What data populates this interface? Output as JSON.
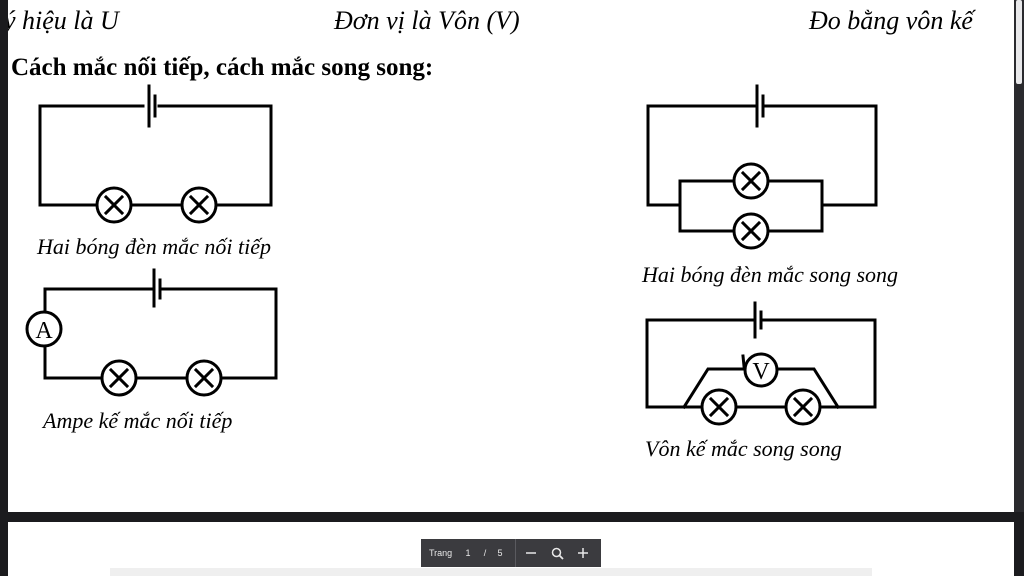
{
  "header": {
    "symbol_text": "ý hiệu là U",
    "unit_text": "Đơn vị là Vôn  (V)",
    "measure_text": "Đo bằng vôn kế"
  },
  "section_heading": "Cách mắc nối tiếp, cách mắc song song:",
  "diagrams": {
    "series_lamps": {
      "caption": "Hai bóng đèn mắc nối tiếp"
    },
    "ammeter_series": {
      "caption": "Ampe kế mắc nối tiếp",
      "meter_label": "A"
    },
    "parallel_lamps": {
      "caption": "Hai bóng đèn mắc song song"
    },
    "voltmeter_parallel": {
      "caption": "Vôn kế mắc song song",
      "meter_label": "V"
    }
  },
  "toolbar": {
    "page_label": "Trang",
    "current_page": "1",
    "separator": "/",
    "total_pages": "5",
    "zoom_out_icon": "minus-icon",
    "zoom_icon": "magnifier-icon",
    "zoom_in_icon": "plus-icon"
  }
}
